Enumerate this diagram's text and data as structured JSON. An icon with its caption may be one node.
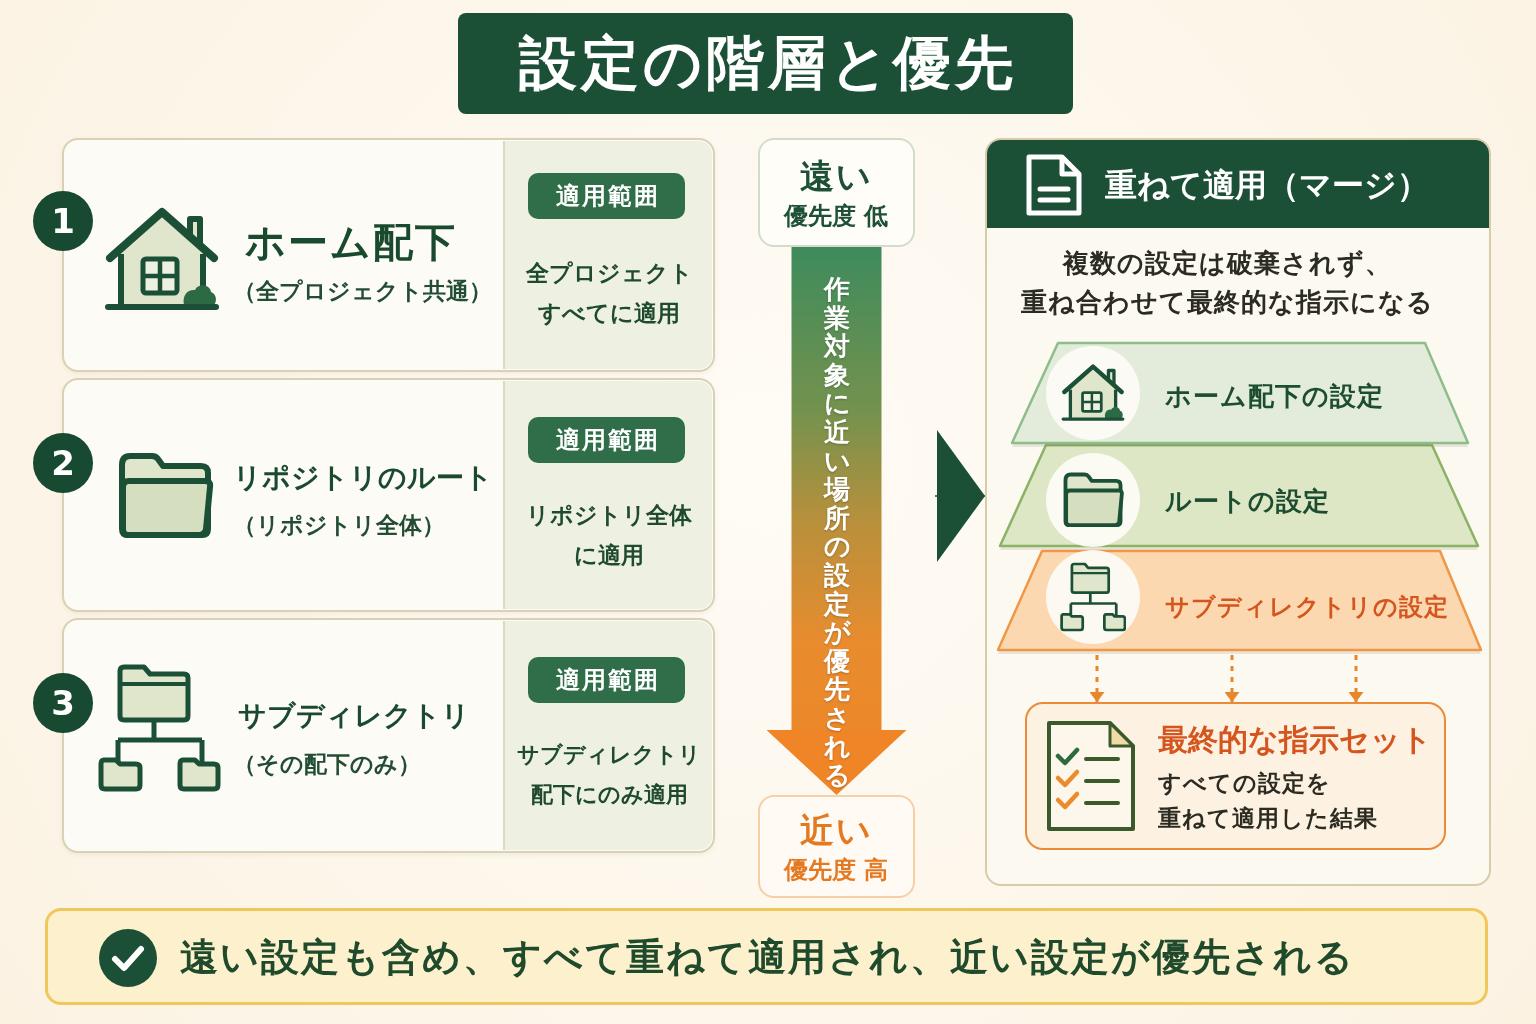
{
  "diagram": {
    "title": "設定の階層と優先",
    "nodes": [
      {
        "text": [
          "1"
        ]
      },
      {
        "text": [
          "ホーム配下",
          "（全プロジェクト共通）"
        ]
      },
      {
        "text": [
          "全プロジェクトすべてに適用"
        ],
        "in": 1
      },
      {
        "text": [
          "適用範囲"
        ],
        "in": 2
      },
      {
        "text": [
          "2"
        ]
      },
      {
        "text": [
          "リポジトリのルート",
          "（リポジトリ全体）"
        ]
      },
      {
        "text": [
          "リポジトリ全体に適用"
        ],
        "in": 5
      },
      {
        "text": [
          "適用範囲"
        ],
        "in": 6
      },
      {
        "text": [
          "3"
        ]
      },
      {
        "text": [
          "サブディレクトリ",
          "（その配下のみ）"
        ]
      },
      {
        "text": [
          "サブディレクトリ配下にのみ適用"
        ],
        "in": 9
      },
      {
        "text": [
          "適用範囲"
        ],
        "in": 10
      },
      {
        "text": [
          "遠い",
          "優先度 低"
        ]
      },
      {
        "text": [
          "近い",
          "優先度 高"
        ]
      },
      {
        "text": [
          "重ねて適用（マージ）",
          "複数の設定は破棄されず、重ね合わせて最終的な指示になる"
        ]
      },
      {
        "text": [
          "ホーム配下の設定"
        ],
        "in": 14
      },
      {
        "text": [
          "ルートの設定"
        ],
        "in": 14
      },
      {
        "text": [
          "サブディレクトリの設定"
        ],
        "in": 14
      },
      {
        "text": [
          "最終的な指示セット",
          "すべての設定を重ねて適用した結果"
        ],
        "in": 14
      },
      {
        "text": [
          "遠い設定も含め、すべて重ねて適用され、近い設定が優先される"
        ]
      }
    ],
    "edges": [
      {
        "from": 12,
        "to": 13,
        "arrow": "to",
        "label": "作業対象に近い場所の設定が優先される",
        "style": "thick"
      },
      {
        "from": null,
        "to": 14,
        "arrow": "to",
        "color": "#1b5036"
      },
      {
        "from": 17,
        "to": 18,
        "arrow": "to",
        "style": "dashed"
      },
      {
        "from": 17,
        "to": 18,
        "arrow": "to",
        "style": "dashed"
      },
      {
        "from": 17,
        "to": 18,
        "arrow": "to",
        "style": "dashed"
      }
    ]
  }
}
